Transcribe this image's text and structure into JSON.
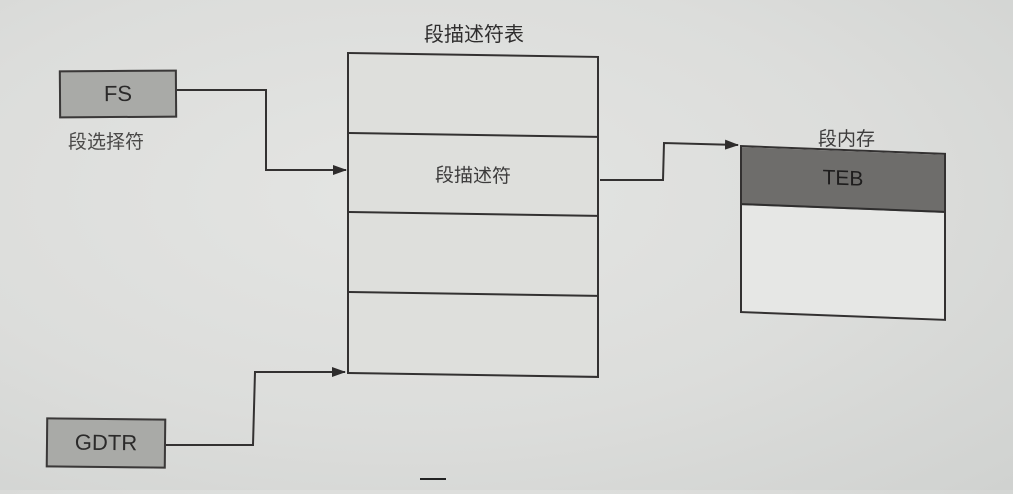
{
  "diagram": {
    "registers": {
      "fs": {
        "label": "FS",
        "caption": "段选择符"
      },
      "gdtr": {
        "label": "GDTR"
      }
    },
    "descriptor_table": {
      "title": "段描述符表",
      "rows": [
        {
          "label": ""
        },
        {
          "label": "段描述符"
        },
        {
          "label": ""
        },
        {
          "label": ""
        }
      ]
    },
    "segment_memory": {
      "title": "段内存",
      "header_label": "TEB"
    },
    "edges": [
      {
        "from": "FS",
        "to": "段描述符",
        "arrow": true
      },
      {
        "from": "GDTR",
        "to": "段描述符表 base",
        "arrow": true
      },
      {
        "from": "段描述符",
        "to": "段内存 (TEB)",
        "arrow": true
      }
    ],
    "colors": {
      "register_fill": "#a9aaa7",
      "teb_fill": "#6e6d6b",
      "line": "#333131",
      "paper": "#dcdddb"
    }
  }
}
